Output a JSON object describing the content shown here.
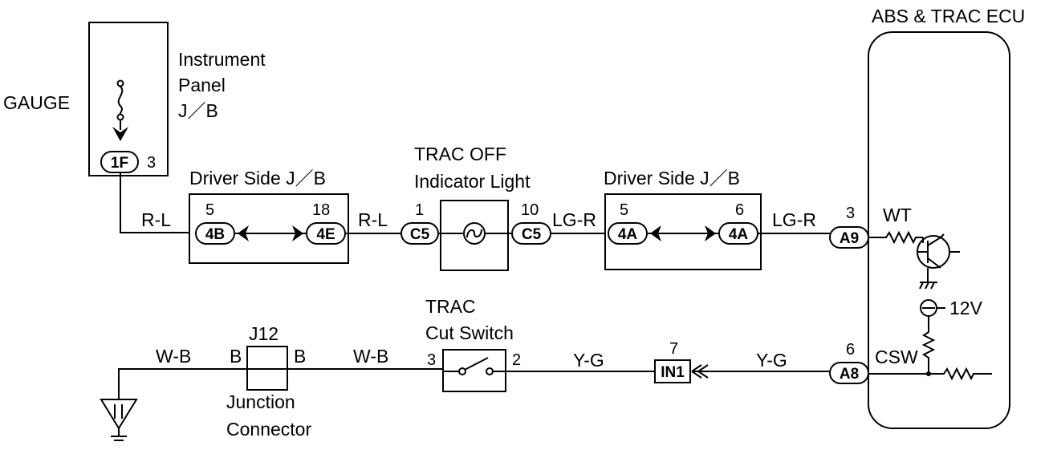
{
  "labels": {
    "gauge": "GAUGE",
    "instrument_panel_line1": "Instrument",
    "instrument_panel_line2": "Panel",
    "instrument_panel_line3": "J／B",
    "driver_jb_left": "Driver Side J／B",
    "driver_jb_right": "Driver Side J／B",
    "trac_off_line1": "TRAC OFF",
    "trac_off_line2": "Indicator Light",
    "ecu_title": "ABS & TRAC ECU",
    "trac_cut_line1": "TRAC",
    "trac_cut_line2": "Cut Switch",
    "junction_line1": "Junction",
    "junction_line2": "Connector",
    "wt": "WT",
    "csw": "CSW",
    "v12": "12V"
  },
  "connectors": {
    "c_1f": "1F",
    "c_4b": "4B",
    "c_4e": "4E",
    "c_c5_left": "C5",
    "c_c5_right": "C5",
    "c_4a_left": "4A",
    "c_4a_right": "4A",
    "c_a9": "A9",
    "c_a8": "A8",
    "c_in1": "IN1",
    "c_j12": "J12"
  },
  "pins": {
    "p_1f": "3",
    "p_4b": "5",
    "p_4e": "18",
    "p_c5_left": "1",
    "p_c5_right": "10",
    "p_4a_left": "5",
    "p_4a_right": "6",
    "p_a9": "3",
    "p_a8": "6",
    "p_in1": "7",
    "p_sw_left": "3",
    "p_sw_right": "2",
    "p_j12_left": "B",
    "p_j12_right": "B"
  },
  "wires": {
    "w_rl_1": "R-L",
    "w_rl_2": "R-L",
    "w_lgr_1": "LG-R",
    "w_lgr_2": "LG-R",
    "w_wb_1": "W-B",
    "w_wb_2": "W-B",
    "w_yg_1": "Y-G",
    "w_yg_2": "Y-G"
  }
}
